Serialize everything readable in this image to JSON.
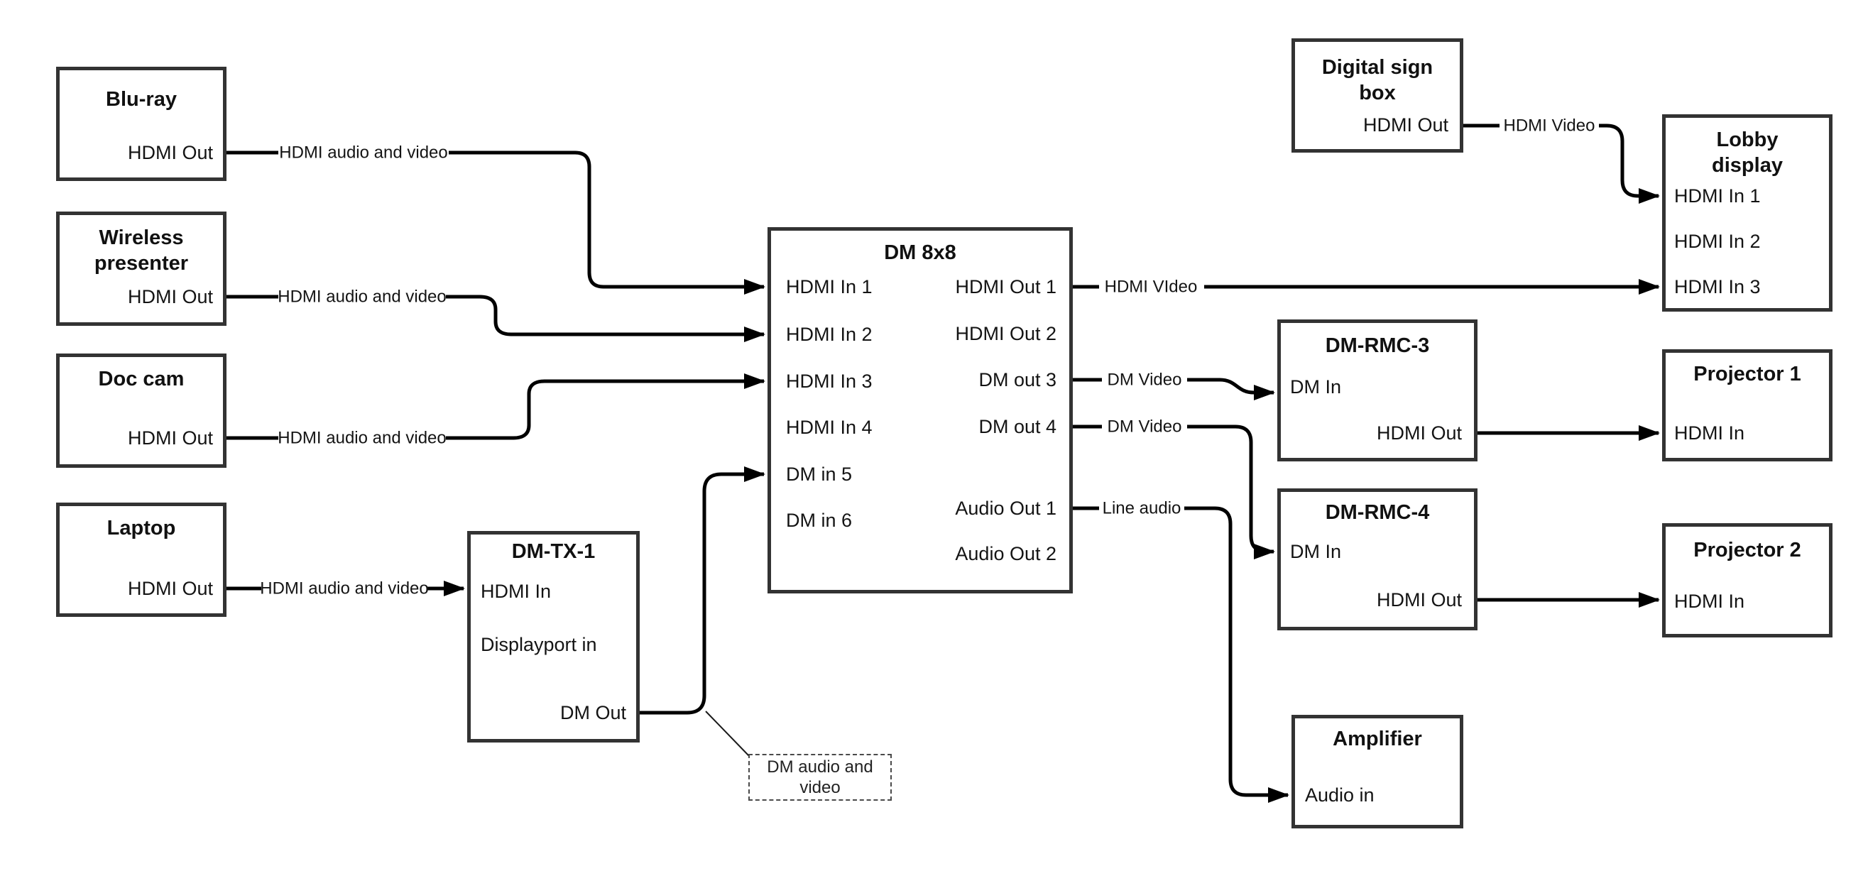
{
  "nodes": {
    "bluray": {
      "title": "Blu-ray",
      "port_hdmi_out": "HDMI Out"
    },
    "wireless_presenter": {
      "title": "Wireless presenter",
      "port_hdmi_out": "HDMI Out"
    },
    "doc_cam": {
      "title": "Doc cam",
      "port_hdmi_out": "HDMI Out"
    },
    "laptop": {
      "title": "Laptop",
      "port_hdmi_out": "HDMI Out"
    },
    "dm_tx_1": {
      "title": "DM-TX-1",
      "port_hdmi_in": "HDMI In",
      "port_displayport_in": "Displayport in",
      "port_dm_out": "DM Out"
    },
    "dm_8x8": {
      "title": "DM 8x8",
      "port_hdmi_in_1": "HDMI In 1",
      "port_hdmi_in_2": "HDMI In 2",
      "port_hdmi_in_3": "HDMI In 3",
      "port_hdmi_in_4": "HDMI In 4",
      "port_dm_in_5": "DM in 5",
      "port_dm_in_6": "DM in 6",
      "port_hdmi_out_1": "HDMI Out 1",
      "port_hdmi_out_2": "HDMI Out 2",
      "port_dm_out_3": "DM out 3",
      "port_dm_out_4": "DM out 4",
      "port_audio_out_1": "Audio Out 1",
      "port_audio_out_2": "Audio Out 2"
    },
    "digital_sign_box": {
      "title": "Digital sign box",
      "port_hdmi_out": "HDMI Out"
    },
    "lobby_display": {
      "title": "Lobby display",
      "port_hdmi_in_1": "HDMI In 1",
      "port_hdmi_in_2": "HDMI In 2",
      "port_hdmi_in_3": "HDMI In 3"
    },
    "dm_rmc_3": {
      "title": "DM-RMC-3",
      "port_dm_in": "DM In",
      "port_hdmi_out": "HDMI Out"
    },
    "projector_1": {
      "title": "Projector 1",
      "port_hdmi_in": "HDMI In"
    },
    "dm_rmc_4": {
      "title": "DM-RMC-4",
      "port_dm_in": "DM In",
      "port_hdmi_out": "HDMI Out"
    },
    "projector_2": {
      "title": "Projector 2",
      "port_hdmi_in": "HDMI In"
    },
    "amplifier": {
      "title": "Amplifier",
      "port_audio_in": "Audio in"
    }
  },
  "edge_labels": {
    "bluray_to_dm": "HDMI audio and video",
    "wireless_to_dm": "HDMI audio and video",
    "doccam_to_dm": "HDMI audio and video",
    "laptop_to_tx": "HDMI audio and video",
    "hdmi_out_1": "HDMI VIdeo",
    "dm_out_3": "DM Video",
    "dm_out_4": "DM Video",
    "audio_out_1": "Line audio",
    "sign_to_lobby": "HDMI Video"
  },
  "annotation": {
    "dm_audio_video": "DM audio and video"
  },
  "colors": {
    "wire": "#000000",
    "box_border": "#333333",
    "text": "#141414",
    "background": "#ffffff"
  }
}
